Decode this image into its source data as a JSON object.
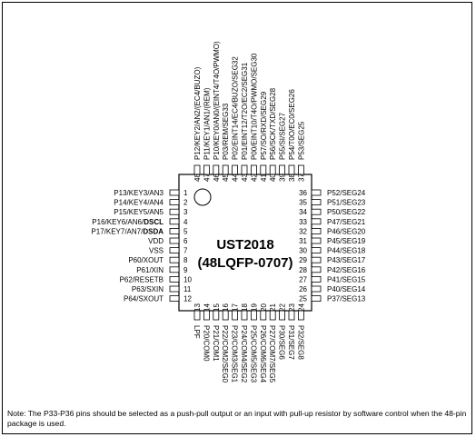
{
  "chip": {
    "name": "UST2018",
    "package": "(48LQFP-0707)"
  },
  "pins": {
    "left": [
      {
        "num": "1",
        "segments": [
          {
            "text": "P13/KEY3/AN3",
            "bold": false
          }
        ]
      },
      {
        "num": "2",
        "segments": [
          {
            "text": "P14/KEY4/AN4",
            "bold": false
          }
        ]
      },
      {
        "num": "3",
        "segments": [
          {
            "text": "P15/KEY5/AN5",
            "bold": false
          }
        ]
      },
      {
        "num": "4",
        "segments": [
          {
            "text": "P16/KEY6/AN6/",
            "bold": false
          },
          {
            "text": "DSCL",
            "bold": true
          }
        ]
      },
      {
        "num": "5",
        "segments": [
          {
            "text": "P17/KEY7/AN7/",
            "bold": false
          },
          {
            "text": "DSDA",
            "bold": true
          }
        ]
      },
      {
        "num": "6",
        "segments": [
          {
            "text": "VDD",
            "bold": false
          }
        ]
      },
      {
        "num": "7",
        "segments": [
          {
            "text": "VSS",
            "bold": false
          }
        ]
      },
      {
        "num": "8",
        "segments": [
          {
            "text": "P60/XOUT",
            "bold": false
          }
        ]
      },
      {
        "num": "9",
        "segments": [
          {
            "text": "P61/XIN",
            "bold": false
          }
        ]
      },
      {
        "num": "10",
        "segments": [
          {
            "text": "P62/RESETB",
            "bold": false
          }
        ]
      },
      {
        "num": "11",
        "segments": [
          {
            "text": "P63/SXIN",
            "bold": false
          }
        ]
      },
      {
        "num": "12",
        "segments": [
          {
            "text": "P64/SXOUT",
            "bold": false
          }
        ]
      }
    ],
    "right": [
      {
        "num": "36",
        "label": "P52/SEG24"
      },
      {
        "num": "35",
        "label": "P51/SEG23"
      },
      {
        "num": "34",
        "label": "P50/SEG22"
      },
      {
        "num": "33",
        "label": "P47/SEG21"
      },
      {
        "num": "32",
        "label": "P46/SEG20"
      },
      {
        "num": "31",
        "label": "P45/SEG19"
      },
      {
        "num": "30",
        "label": "P44/SEG18"
      },
      {
        "num": "29",
        "label": "P43/SEG17"
      },
      {
        "num": "28",
        "label": "P42/SEG16"
      },
      {
        "num": "27",
        "label": "P41/SEG15"
      },
      {
        "num": "26",
        "label": "P40/SEG14"
      },
      {
        "num": "25",
        "label": "P37/SEG13"
      }
    ],
    "top": [
      {
        "num": "48",
        "label": "P12/KEY2/AN2/(EC4/BUZO)"
      },
      {
        "num": "47",
        "label": "P11/KEY1/AN1/(REM)"
      },
      {
        "num": "46",
        "label": "P10/KEY0/AN0/(EINT4/T4O/PWMO)"
      },
      {
        "num": "45",
        "label": "P03/REM/SEG33"
      },
      {
        "num": "44",
        "label": "P02/EINT14/EC4/BUZO/SEG32"
      },
      {
        "num": "43",
        "label": "P01/EINT12/T2O/EC2/SEG31"
      },
      {
        "num": "42",
        "label": "P00/EINT10/T4O/PWMO/SEG30"
      },
      {
        "num": "41",
        "label": "P57/SO/RXD/SEG29"
      },
      {
        "num": "40",
        "label": "P56/SCK/TXD/SEG28"
      },
      {
        "num": "39",
        "label": "P55/SI/SEG27"
      },
      {
        "num": "38",
        "label": "P54/T0O/EC0/SEG26"
      },
      {
        "num": "37",
        "label": "P53/SEG25"
      }
    ],
    "bottom": [
      {
        "num": "13",
        "label": "LPF"
      },
      {
        "num": "14",
        "label": "P20/COM0"
      },
      {
        "num": "15",
        "label": "P21/COM1"
      },
      {
        "num": "16",
        "label": "P22/COM2/SEG0"
      },
      {
        "num": "17",
        "label": "P23/COM3/SEG1"
      },
      {
        "num": "18",
        "label": "P24/COM4/SEG2"
      },
      {
        "num": "19",
        "label": "P25/COM5/SEG3"
      },
      {
        "num": "20",
        "label": "P26/COM6/SEG4"
      },
      {
        "num": "21",
        "label": "P27/COM7/SEG5"
      },
      {
        "num": "22",
        "label": "P30/SEG6"
      },
      {
        "num": "23",
        "label": "P31/SEG7"
      },
      {
        "num": "24",
        "label": "P32/SEG8"
      }
    ]
  },
  "note": "Note: The P33-P36 pins should be selected as a push-pull output or an input with pull-up resistor by software control when the 48-pin package is used."
}
